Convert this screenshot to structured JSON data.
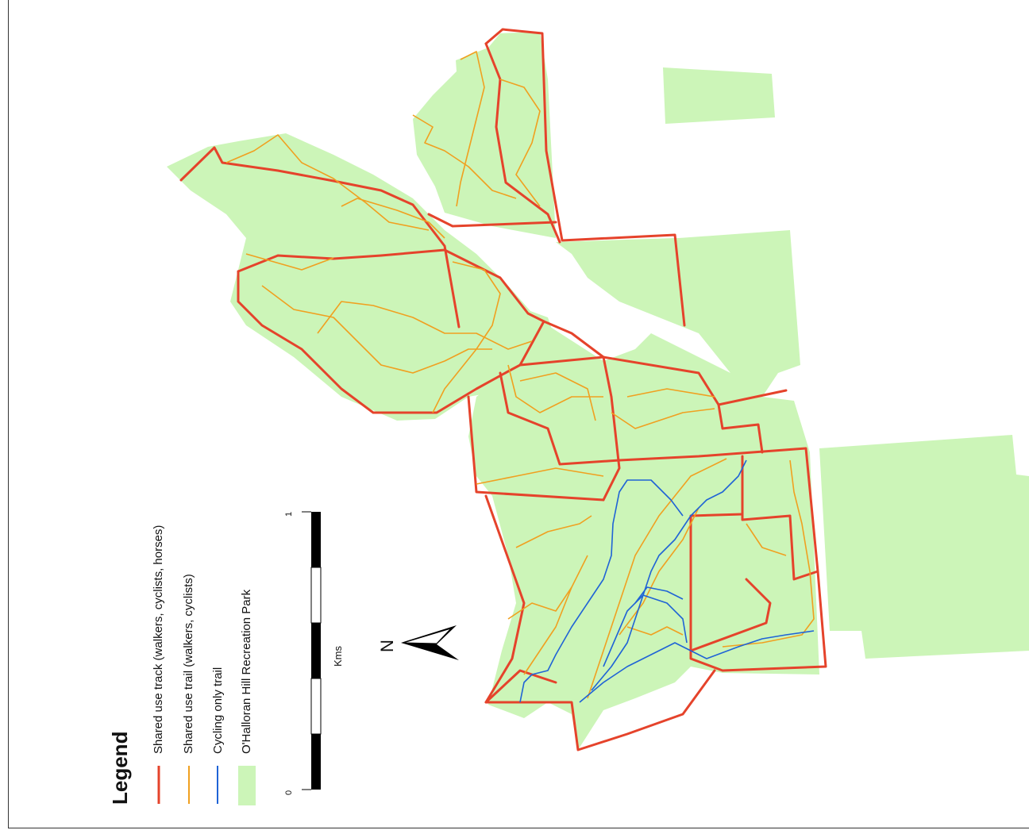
{
  "legend": {
    "title": "Legend",
    "items": [
      {
        "label": "Shared use track (walkers, cyclists, horses)",
        "symbol": "line",
        "color": "#e5432b"
      },
      {
        "label": "Shared use trail (walkers, cyclists)",
        "symbol": "line",
        "color": "#f0a020"
      },
      {
        "label": "Cycling only trail",
        "symbol": "line",
        "color": "#1f63d6"
      },
      {
        "label": "O'Halloran Hill Recreation Park",
        "symbol": "area",
        "color": "#ccf5b8"
      }
    ]
  },
  "scale_bar": {
    "unit": "Kms",
    "min_label": "0",
    "max_label": "1"
  },
  "north_arrow": {
    "label": "N",
    "icon": "north-arrow-icon"
  },
  "colors": {
    "park": "#ccf5b8",
    "track": "#e5432b",
    "trail": "#f0a020",
    "cycling": "#1f63d6"
  }
}
